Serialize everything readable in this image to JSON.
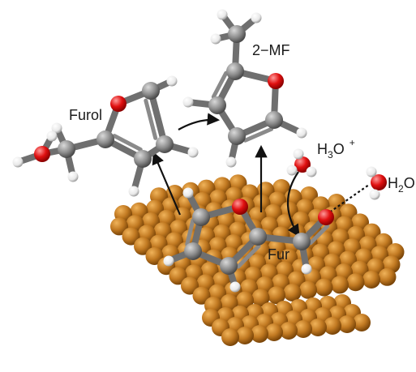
{
  "labels": {
    "furol": "Furol",
    "mf": "2−MF",
    "fur": "Fur",
    "h3o_base": "H",
    "h3o_sub": "3",
    "h3o_o": "O",
    "h3o_plus": "+",
    "h2o_base": "H",
    "h2o_sub": "2",
    "h2o_o": "O"
  },
  "colors": {
    "carbon": "#8a8a8a",
    "oxygen": "#e01010",
    "hydrogen": "#f2f2f2",
    "surface": "#c27a22",
    "bond": "#7a7a7a",
    "arrow": "#111111"
  }
}
